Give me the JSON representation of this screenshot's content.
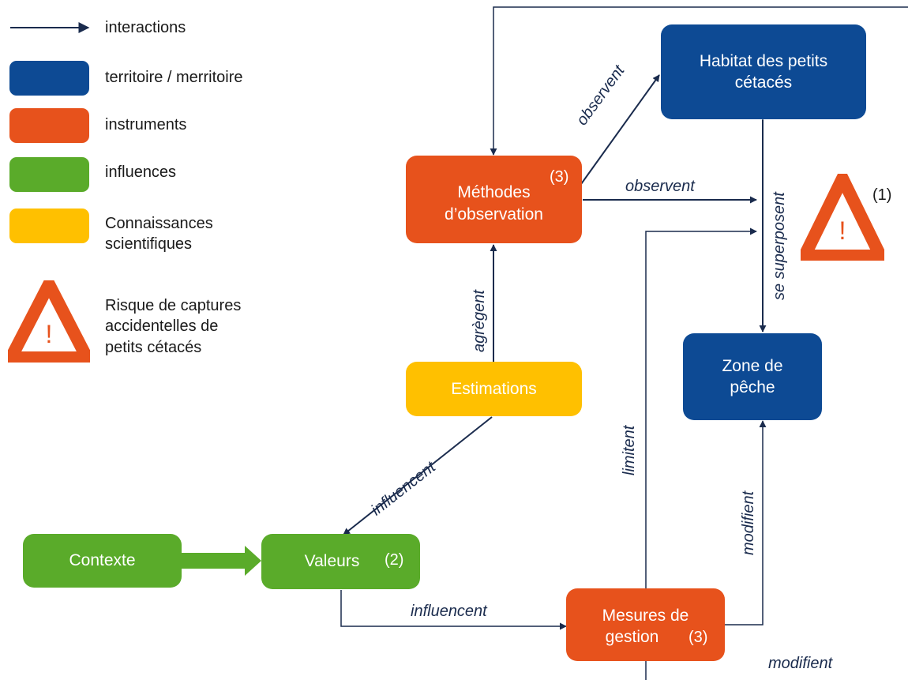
{
  "legend": {
    "interactions": "interactions",
    "territory": "territoire / merritoire",
    "instruments": "instruments",
    "influences": "influences",
    "knowledge_line1": "Connaissances",
    "knowledge_line2": "scientifiques",
    "risk_line1": "Risque de captures",
    "risk_line2": "accidentelles de",
    "risk_line3": "petits cétacés"
  },
  "nodes": {
    "habitat_line1": "Habitat des petits",
    "habitat_line2": "cétacés",
    "methods_line1": "Méthodes",
    "methods_line2": "d’observation",
    "methods_note": "(3)",
    "estimations": "Estimations",
    "zone_line1": "Zone de",
    "zone_line2": "pêche",
    "contexte": "Contexte",
    "valeurs": "Valeurs",
    "valeurs_note": "(2)",
    "mesures_line1": "Mesures de",
    "mesures_line2": "gestion",
    "mesures_note": "(3)"
  },
  "risk_note": "(1)",
  "risk_mark": "!",
  "edges": {
    "observent_diag": "observent",
    "observent_h": "observent",
    "se_superposent": "se superposent",
    "agregent": "agrègent",
    "influencent_diag": "influencent",
    "influencent_h": "influencent",
    "limitent": "limitent",
    "modifient_v": "modifient",
    "modifient_bottom": "modifient"
  },
  "colors": {
    "territory": "#0d4a94",
    "instruments": "#e7521c",
    "influences": "#5aab2a",
    "knowledge": "#ffc000",
    "lines": "#1a2b4d"
  }
}
